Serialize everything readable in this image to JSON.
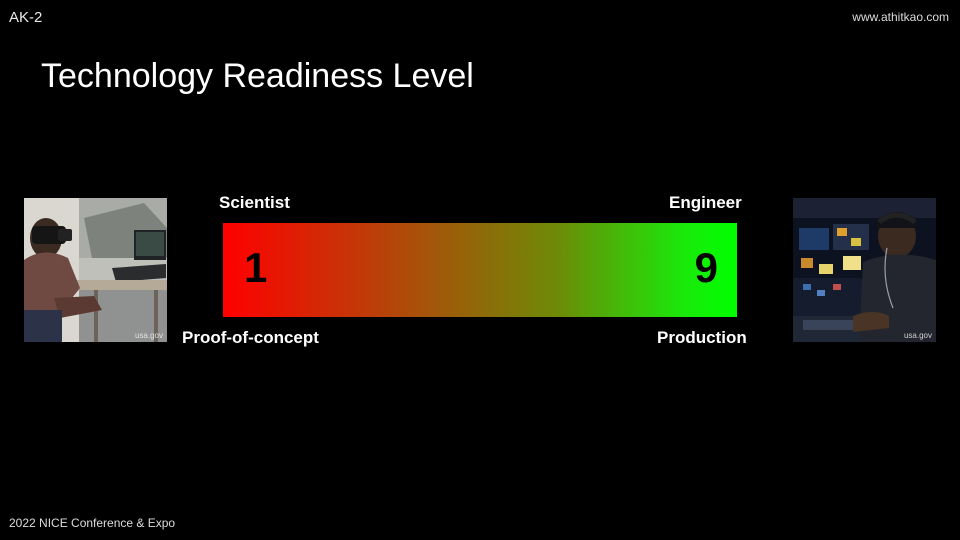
{
  "slide_id": "AK-2",
  "site_url": "www.athitkao.com",
  "title": "Technology Readiness Level",
  "footer": "2022 NICE Conference & Expo",
  "scale": {
    "left_role": "Scientist",
    "right_role": "Engineer",
    "left_stage": "Proof-of-concept",
    "right_stage": "Production",
    "min_level": "1",
    "max_level": "9",
    "colors": {
      "start": "#ff0000",
      "end": "#00ff00"
    }
  },
  "photos": {
    "left": {
      "credit": "usa.gov",
      "subject": "person-wearing-vr-headset"
    },
    "right": {
      "credit": "usa.gov",
      "subject": "operator-at-control-console"
    }
  }
}
